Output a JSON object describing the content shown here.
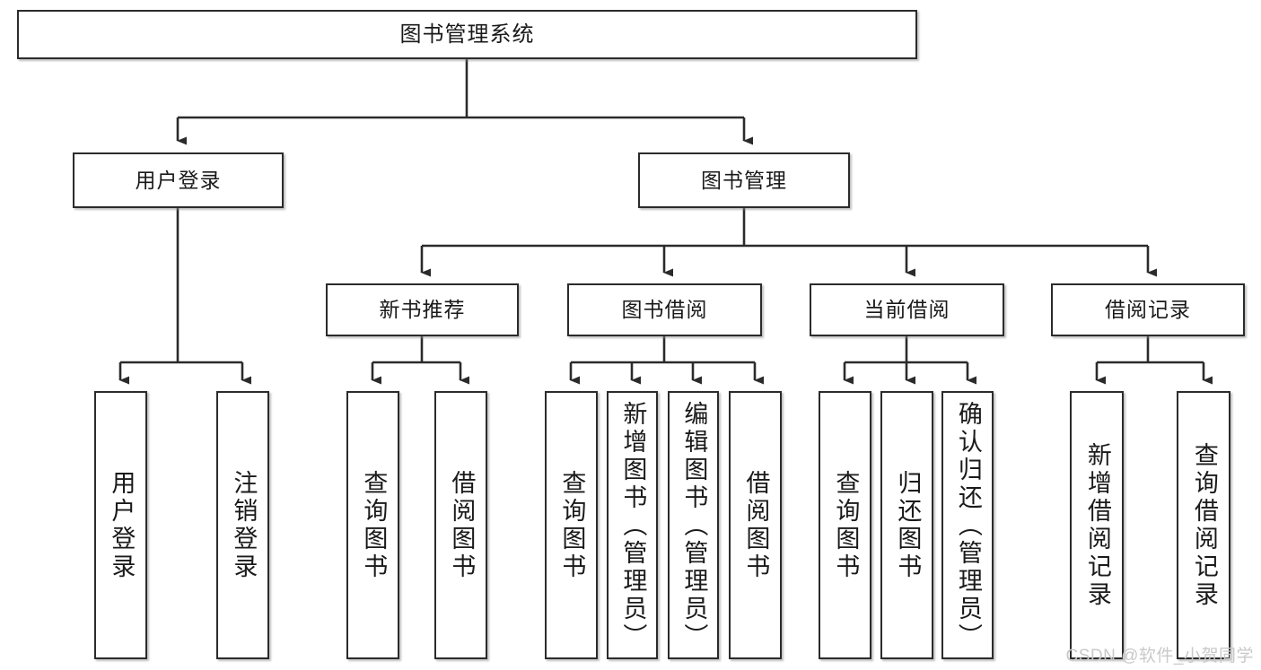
{
  "diagram": {
    "title": "图书管理系统",
    "type": "tree-hierarchy-chart",
    "orientation": "top-down",
    "style": {
      "node_fill": "#ffffff",
      "node_border": "#2b2b2b",
      "edge_color": "#2b2b2b",
      "text_color": "#1a1a1a",
      "watermark_color": "#c9c9c9"
    }
  },
  "watermark": {
    "text": "CSDN @软件_小贺同学"
  },
  "nodes": {
    "root": {
      "label": "图书管理系统"
    },
    "level2": [
      {
        "id": "user-login",
        "label": "用户登录"
      },
      {
        "id": "book-manage",
        "label": "图书管理"
      }
    ],
    "level3": [
      {
        "id": "new-book-recommend",
        "label": "新书推荐"
      },
      {
        "id": "book-borrow",
        "label": "图书借阅"
      },
      {
        "id": "current-borrow",
        "label": "当前借阅"
      },
      {
        "id": "borrow-record",
        "label": "借阅记录"
      }
    ],
    "leaves": [
      {
        "id": "leaf-user-login",
        "label": "用户登录",
        "parent": "user-login"
      },
      {
        "id": "leaf-user-logout",
        "label": "注销登录",
        "parent": "user-login"
      },
      {
        "id": "leaf-query-book-1",
        "label": "查询图书",
        "parent": "new-book-recommend"
      },
      {
        "id": "leaf-borrow-book-1",
        "label": "借阅图书",
        "parent": "new-book-recommend"
      },
      {
        "id": "leaf-query-book-2",
        "label": "查询图书",
        "parent": "book-borrow"
      },
      {
        "id": "leaf-add-book",
        "label": "新增图书（管理员）",
        "parent": "book-borrow"
      },
      {
        "id": "leaf-edit-book",
        "label": "编辑图书（管理员）",
        "parent": "book-borrow"
      },
      {
        "id": "leaf-borrow-book-2",
        "label": "借阅图书",
        "parent": "book-borrow"
      },
      {
        "id": "leaf-query-book-3",
        "label": "查询图书",
        "parent": "current-borrow"
      },
      {
        "id": "leaf-return-book",
        "label": "归还图书",
        "parent": "current-borrow"
      },
      {
        "id": "leaf-confirm-return",
        "label": "确认归还（管理员）",
        "parent": "current-borrow"
      },
      {
        "id": "leaf-add-record",
        "label": "新增借阅记录",
        "parent": "borrow-record"
      },
      {
        "id": "leaf-query-record",
        "label": "查询借阅记录",
        "parent": "borrow-record"
      }
    ]
  }
}
